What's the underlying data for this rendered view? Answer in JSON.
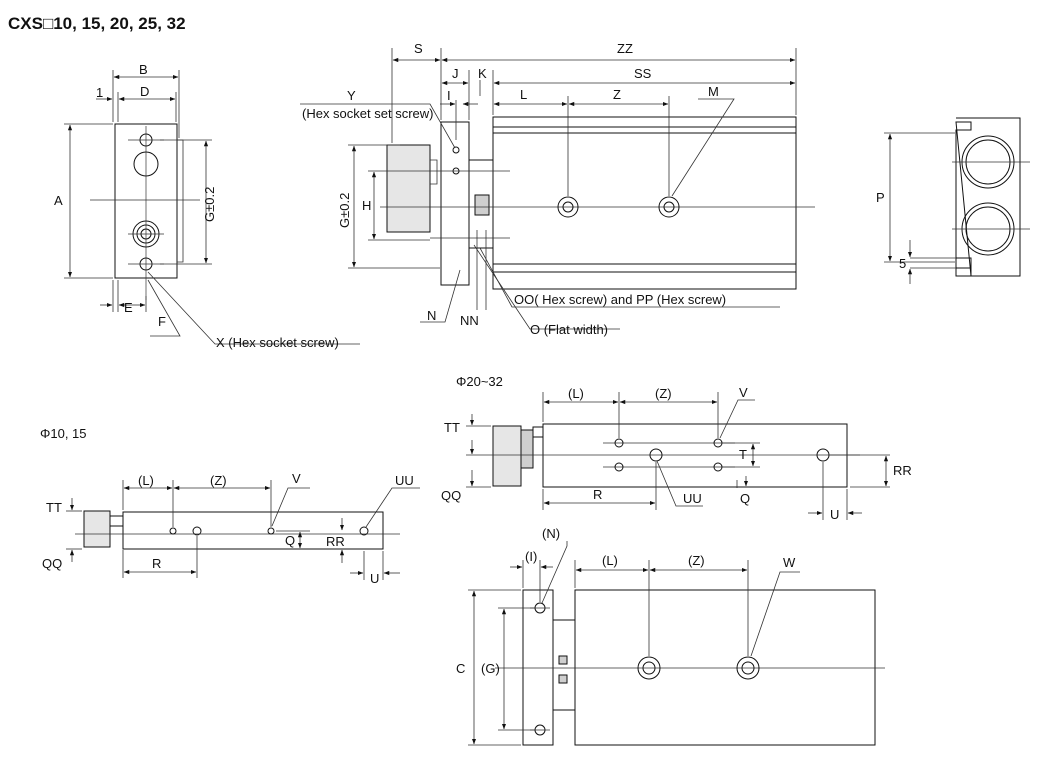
{
  "title": "CXS□10, 15, 20, 25, 32",
  "front_view": {
    "labels": {
      "B": "B",
      "one": "1",
      "D": "D",
      "A": "A",
      "G": "G±0.2",
      "E": "E",
      "F": "F",
      "X": "X (Hex socket screw)"
    }
  },
  "side_view": {
    "labels": {
      "S": "S",
      "ZZ": "ZZ",
      "J": "J",
      "K": "K",
      "SS": "SS",
      "Y": "Y",
      "Y_note": "(Hex socket set screw)",
      "I": "I",
      "L": "L",
      "Z": "Z",
      "M": "M",
      "G": "G±0.2",
      "H": "H",
      "OO": "OO( Hex screw) and PP (Hex screw)",
      "N": "N",
      "NN": "NN",
      "O": "O (Flat width)"
    }
  },
  "end_view": {
    "labels": {
      "P": "P",
      "five": "5"
    }
  },
  "small_bore_view": {
    "heading": "Φ10, 15",
    "labels": {
      "L": "(L)",
      "Z": "(Z)",
      "V": "V",
      "UU": "UU",
      "TT": "TT",
      "QQ": "QQ",
      "Q": "Q",
      "RR": "RR",
      "R": "R",
      "U": "U"
    }
  },
  "large_bore_view": {
    "heading": "Φ20~32",
    "labels": {
      "L": "(L)",
      "Z": "(Z)",
      "V": "V",
      "TT": "TT",
      "T": "T",
      "RR": "RR",
      "QQ": "QQ",
      "R": "R",
      "UU": "UU",
      "Q": "Q",
      "U": "U"
    }
  },
  "bottom_view": {
    "labels": {
      "N": "(N)",
      "I": "(I)",
      "L": "(L)",
      "Z": "(Z)",
      "W": "W",
      "C": "C",
      "G": "(G)"
    }
  }
}
